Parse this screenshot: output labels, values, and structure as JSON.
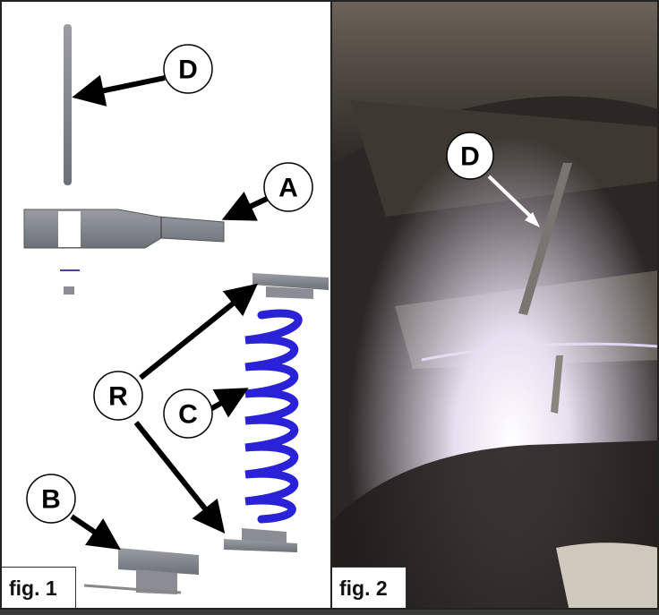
{
  "figure1": {
    "caption": "fig. 1",
    "labels": {
      "d": "D",
      "a": "A",
      "r": "R",
      "c": "C",
      "b": "B"
    }
  },
  "figure2": {
    "caption": "fig. 2",
    "labels": {
      "d": "D"
    }
  },
  "colors": {
    "spring": "#2020d0",
    "part": "#7d8288",
    "arrow": "#000000"
  }
}
